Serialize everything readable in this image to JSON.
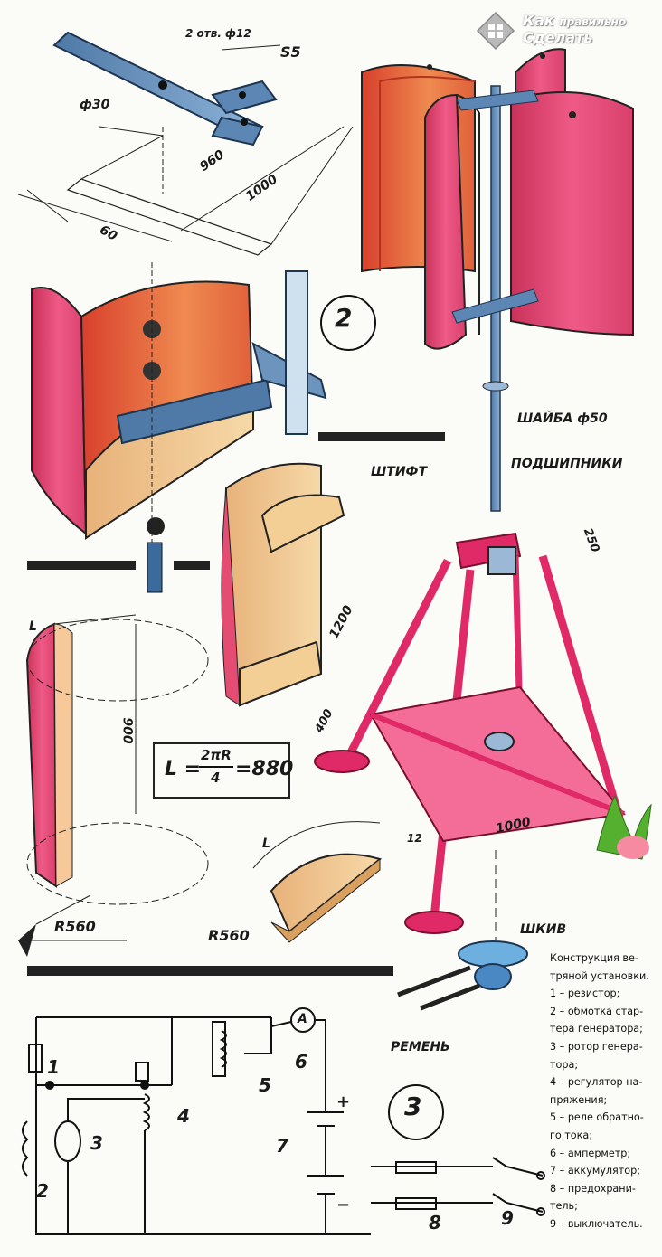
{
  "logo": {
    "line1_big": "Как",
    "line1_small": "правильно",
    "line2": "Сделать"
  },
  "dims": {
    "holes": "2 отв. ф12",
    "s5": "S5",
    "d30": "ф30",
    "l960": "960",
    "l1000": "1000",
    "l60": "60",
    "height1200": "1200",
    "base400": "400",
    "top250": "250",
    "bottom1000": "1000",
    "h900": "900",
    "r560a": "R560",
    "r560b": "R560",
    "l1": "L",
    "l2": "L",
    "t12": "12"
  },
  "formula": {
    "lhs": "L =",
    "num": "2πR",
    "den": "4",
    "rhs": "=880"
  },
  "labels": {
    "washer": "ШАЙБА ф50",
    "pin": "ШТИФТ",
    "bearings": "ПОДШИПНИКИ",
    "pulley": "ШКИВ",
    "belt": "РЕМЕНЬ",
    "fig2": "2",
    "fig3": "3"
  },
  "circuit": {
    "n1": "1",
    "n2": "2",
    "n3": "3",
    "n4": "4",
    "n5": "5",
    "n6": "6",
    "n7": "7",
    "n8": "8",
    "n9": "9",
    "ammeter": "A",
    "plus": "+",
    "minus": "−"
  },
  "caption": [
    "Конструкция ве-",
    "тряной установки.",
    "1 – резистор;",
    "2 – обмотка стар-",
    "тера генератора;",
    "3 – ротор генера-",
    "тора;",
    "4 – регулятор на-",
    "пряжения;",
    "5 – реле обратно-",
    "го тока;",
    "6 – амперметр;",
    "7 – аккумулятор;",
    "8 – предохрани-",
    "тель;",
    "9 – выключатель."
  ]
}
